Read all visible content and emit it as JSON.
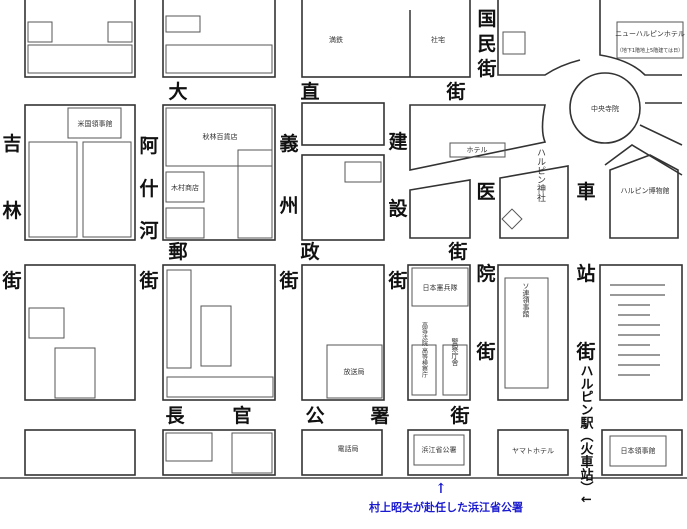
{
  "streets": {
    "dazhi": [
      "大",
      "直",
      "街"
    ],
    "guomin": [
      "国",
      "民",
      "街"
    ],
    "jilin": [
      "吉",
      "林",
      "街"
    ],
    "ashihe": [
      "阿",
      "什",
      "河",
      "街"
    ],
    "yizhou": [
      "義",
      "州",
      "街"
    ],
    "youzheng": [
      "郵",
      "政",
      "街"
    ],
    "jianshe": [
      "建",
      "設",
      "街"
    ],
    "yiyuan": [
      "医",
      "院",
      "街"
    ],
    "chezhan": [
      "車",
      "站",
      "街"
    ],
    "changguan": [
      "長",
      "官",
      "公",
      "署",
      "街"
    ]
  },
  "station": "ハルピン駅（火車站）↓",
  "buildings": {
    "mantetsu": "満鉄",
    "shataku": "社宅",
    "new_harbin_hotel": "ニューハルピンホテル",
    "new_harbin_hotel_note": "（地下1階地上5階建ては日）",
    "central_church": "中央寺院",
    "harbin_museum": "ハルピン博物館",
    "harbin_shrine": "ハルピン神社",
    "us_consulate": "米国領事館",
    "churin_store": "秋林百貨店",
    "japan_gendarmerie": "日本憲兵隊",
    "soviet_consulate": "ソ連領事館",
    "high_court": "高等法院 高等検察庁",
    "police": "警察庁舎",
    "broadcast": "放送局",
    "telephone": "電話局",
    "binjiang_office": "浜江省公署",
    "yamato_hotel": "ヤマトホテル",
    "japan_consulate": "日本領事館",
    "hotel_bar": "ホテル",
    "kimura": "木村商店"
  },
  "caption": {
    "arrow": "↑",
    "text": "村上昭夫が赴任した浜江省公署"
  }
}
